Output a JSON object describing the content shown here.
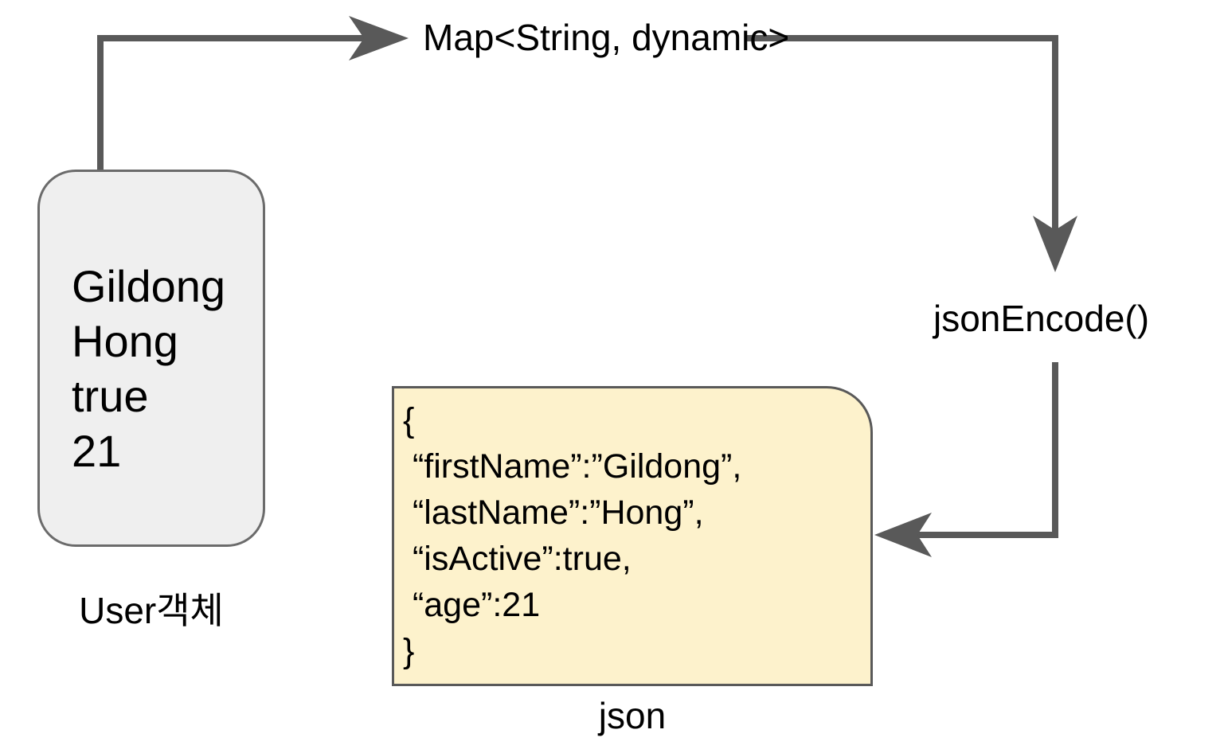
{
  "diagram_title": "User object to JSON encoding flow",
  "colors": {
    "arrow": "#595959",
    "user_box_fill": "#efefef",
    "user_box_border": "#6b6b6b",
    "json_box_fill": "#fdf2cc",
    "json_box_border": "#595959",
    "text": "#000000",
    "background": "#ffffff"
  },
  "user_box": {
    "lines": [
      "Gildong",
      "Hong",
      "true",
      "21"
    ],
    "caption": "User객체"
  },
  "labels": {
    "map_type": "Map<String, dynamic>",
    "encode_function": "jsonEncode()"
  },
  "json_box": {
    "lines": [
      "{",
      " “firstName”:”Gildong”,",
      " “lastName”:”Hong”,",
      " “isActive”:true,",
      " “age”:21",
      "}"
    ],
    "caption": "json"
  }
}
